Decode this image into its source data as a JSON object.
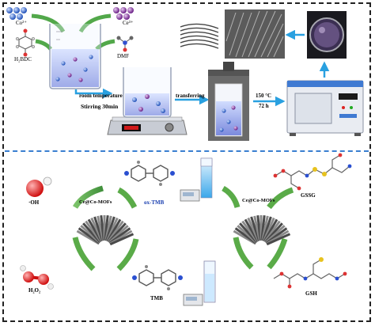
{
  "labels": {
    "co_ion": "Co²⁺",
    "ce_ion": "Ce³⁺",
    "h2bdc": "H₂BDC",
    "dmf": "DMF",
    "room_temperature": "room temperature",
    "stirring": "Stirring  30min",
    "transferring": "transferring",
    "temperature": "150 °C",
    "duration": "72 h",
    "oh_radical": "·OH",
    "h2o2": "H₂O₂",
    "ox_tmb": "ox-TMB",
    "tmb": "TMB",
    "gssg": "GSSG",
    "gsh": "GSH",
    "catalyst": "Ce@Co-MOFs"
  },
  "colors": {
    "divider": "#3a7fd0",
    "process_arrow": "#29a0e0",
    "reaction_arrow": "#5aab48",
    "ox_tmb_text": "#1a3fb0"
  }
}
